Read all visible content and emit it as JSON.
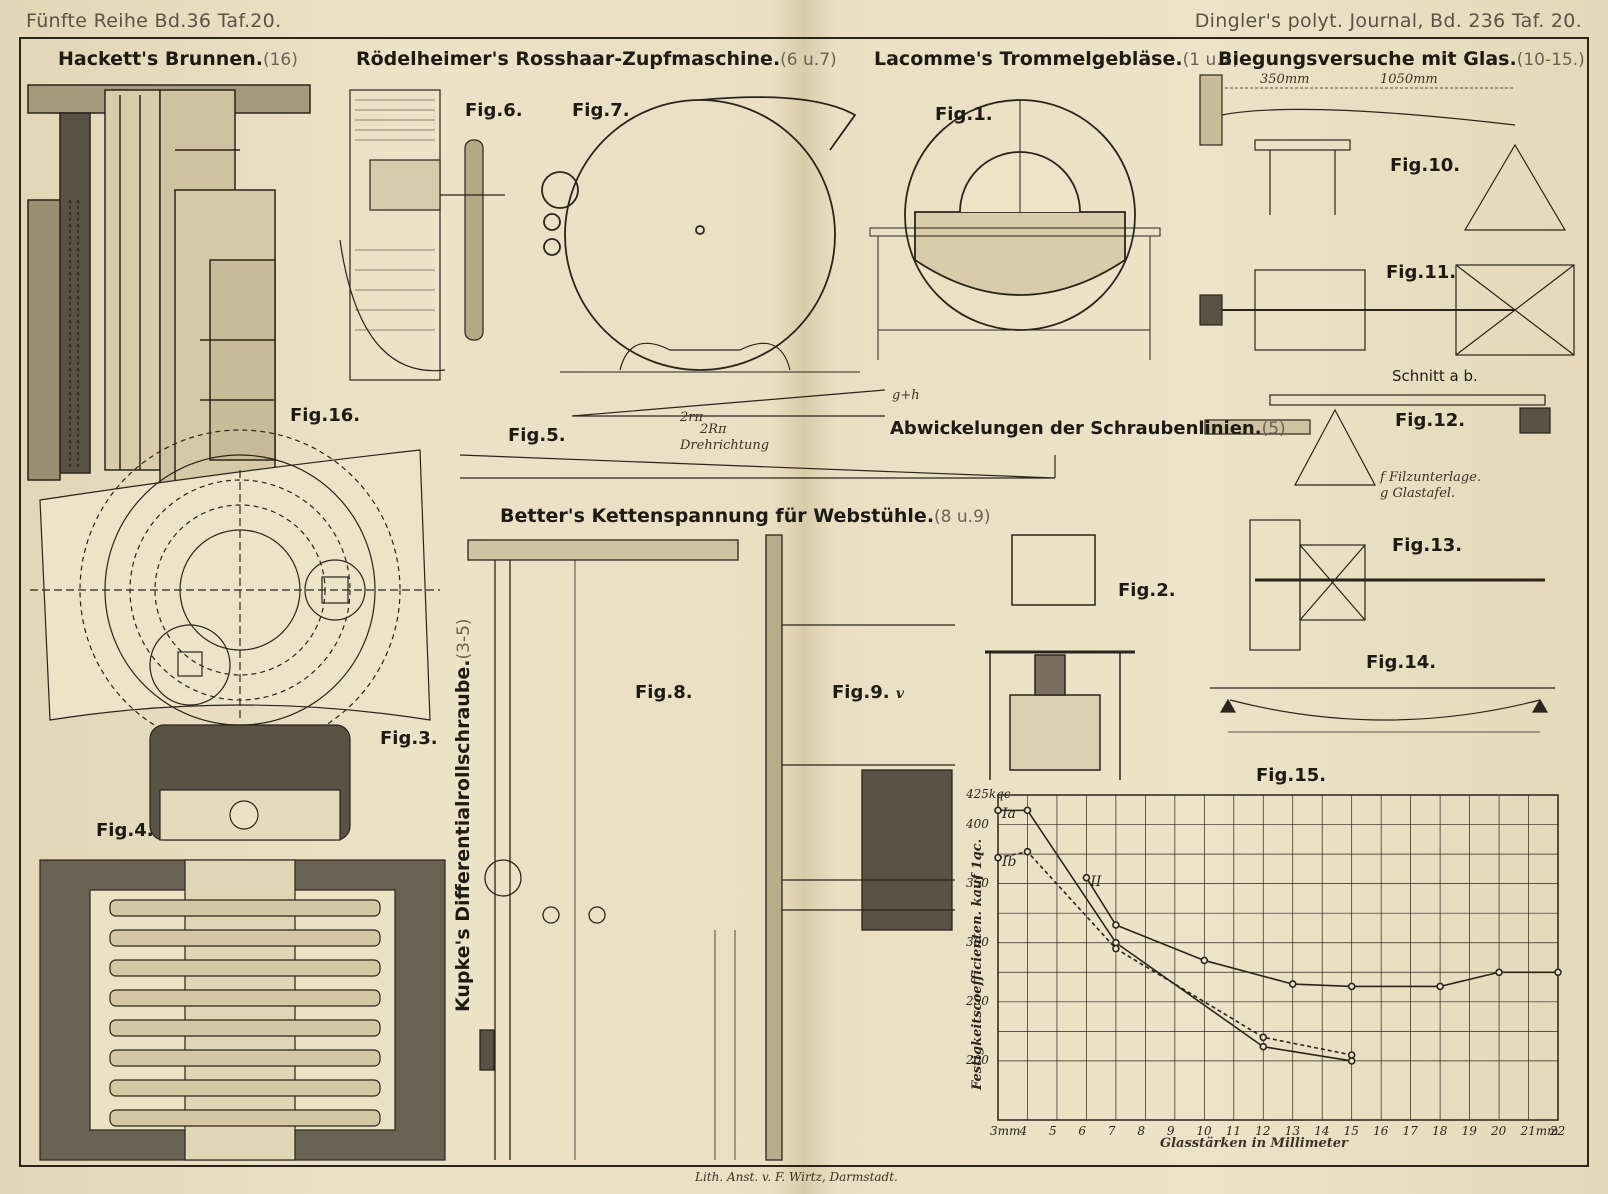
{
  "header": {
    "left_text": "Fünfte Reihe Bd.36 Taf.20.",
    "right_text": "Dingler's polyt. Journal, Bd. 236 Taf. 20."
  },
  "titles": {
    "hackett": {
      "name": "Hackett's Brunnen.",
      "ref": "(16)"
    },
    "roedelheimer": {
      "name": "Rödelheimer's Rosshaar-Zupfmaschine.",
      "ref": "(6 u.7)"
    },
    "lacomme": {
      "name": "Lacomme's Trommelgebläse.",
      "ref": "(1 u.2)"
    },
    "biegung": {
      "name": "Biegungsversuche mit Glas.",
      "ref": "(10-15.)"
    },
    "abwickel": {
      "name": "Abwickelungen der Schraubenlinien.",
      "ref": "(5)"
    },
    "better": {
      "name": "Better's Kettenspannung für Webstühle.",
      "ref": "(8 u.9)"
    },
    "kupke": {
      "name": "Kupke's Differentialrollschraube.",
      "ref": "(3-5)"
    }
  },
  "figures": {
    "f1": "Fig.1.",
    "f2": "Fig.2.",
    "f3": "Fig.3.",
    "f4": "Fig.4.",
    "f5": "Fig.5.",
    "f6": "Fig.6.",
    "f7": "Fig.7.",
    "f8": "Fig.8.",
    "f9": "Fig.9.",
    "f10": "Fig.10.",
    "f11": "Fig.11.",
    "f12": "Fig.12.",
    "f13": "Fig.13.",
    "f14": "Fig.14.",
    "f15": "Fig.15.",
    "f16": "Fig.16."
  },
  "annotations": {
    "dim350": "350mm",
    "dim1050": "1050mm",
    "schnitt": "Schnitt a b.",
    "filz": "f Filzunterlage.",
    "glas": "g Glastafel.",
    "drehrichtung": "Drehrichtung",
    "two_r_pi": "2rπ",
    "two_R_pi": "2Rπ",
    "g_plus_h": "g+h",
    "imprint": "Lith. Anst. v. F. Wirtz, Darmstadt.",
    "fig9_v": "v"
  },
  "chart_data": {
    "type": "line",
    "xlabel": "Glasstärken in Millimeter",
    "ylabel": "Festigkeitscoefficienten. kauf 1qc.",
    "xlim": [
      3,
      22
    ],
    "ylim": [
      150,
      425
    ],
    "x_ticks": [
      "3mm",
      "4",
      "5",
      "6",
      "7",
      "8",
      "9",
      "10",
      "11",
      "12",
      "13",
      "14",
      "15",
      "16",
      "17",
      "18",
      "19",
      "20",
      "21mm",
      "22"
    ],
    "y_ticks": [
      "425kqc",
      "400",
      "350",
      "300",
      "250",
      "200"
    ],
    "series": [
      {
        "name": "Ia",
        "x": [
          3,
          4,
          7,
          12,
          15
        ],
        "y": [
          412,
          412,
          300,
          212,
          200
        ]
      },
      {
        "name": "Ib",
        "x": [
          3,
          4,
          7,
          12,
          15
        ],
        "y": [
          372,
          377,
          295,
          220,
          205
        ]
      },
      {
        "name": "II",
        "x": [
          6,
          7,
          10,
          13,
          15,
          18,
          20,
          22
        ],
        "y": [
          355,
          315,
          285,
          265,
          263,
          263,
          275,
          275
        ]
      }
    ],
    "series_labels": [
      "Ia",
      "Ib",
      "II"
    ]
  }
}
